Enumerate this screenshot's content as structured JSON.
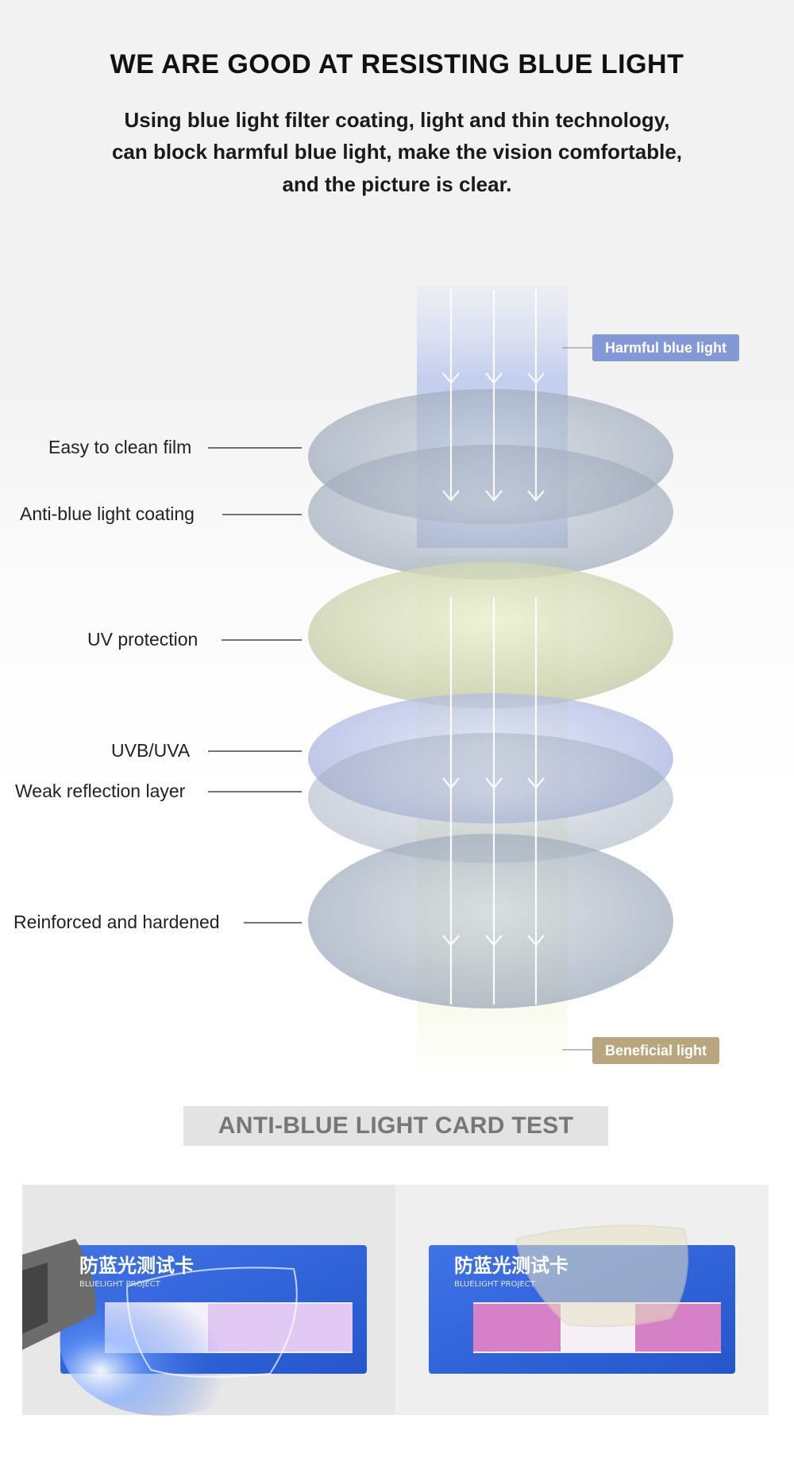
{
  "heading": "WE ARE GOOD AT RESISTING BLUE LIGHT",
  "description": {
    "line1": "Using blue light filter coating, light and thin technology,",
    "line2": "can block harmful blue light, make the vision comfortable,",
    "line3": "and the picture is clear."
  },
  "tags": {
    "harmful": "Harmful blue light",
    "beneficial": "Beneficial light"
  },
  "layers": [
    "Easy to clean film",
    "Anti-blue light coating",
    "UV protection",
    "UVB/UVA",
    "Weak reflection layer",
    "Reinforced and hardened"
  ],
  "card_test_title": "ANTI-BLUE LIGHT CARD TEST",
  "test_card": {
    "title_cn": "防蓝光测试卡",
    "subtitle": "BLUELIGHT PROJECT"
  },
  "colors": {
    "harmful_tag": "#8497d6",
    "beneficial_tag": "#b8a67f",
    "card_blue": "#2f63db"
  }
}
